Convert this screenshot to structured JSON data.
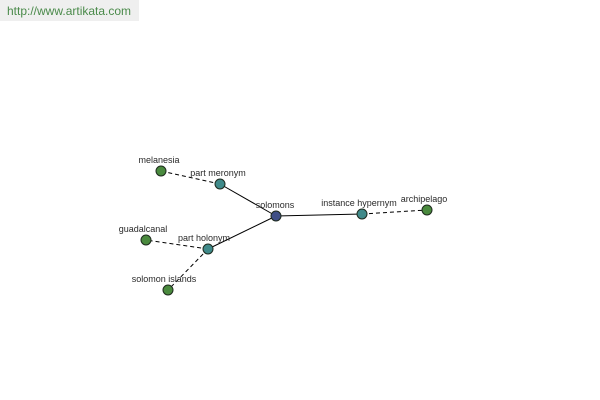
{
  "header": {
    "url": "http://www.artikata.com"
  },
  "graph": {
    "root": "solomons",
    "relations": {
      "part_meronym": "part meronym",
      "part_holonym": "part holonym",
      "instance_hypernym": "instance hypernym"
    },
    "terms": {
      "melanesia": "melanesia",
      "guadalcanal": "guadalcanal",
      "solomon_islands": "solomon islands",
      "archipelago": "archipelago"
    }
  },
  "colors": {
    "root_node": "#3f4f86",
    "relation_node": "#3f8a8a",
    "leaf_node": "#4a8a3e",
    "link_text": "#4a8a4a"
  }
}
